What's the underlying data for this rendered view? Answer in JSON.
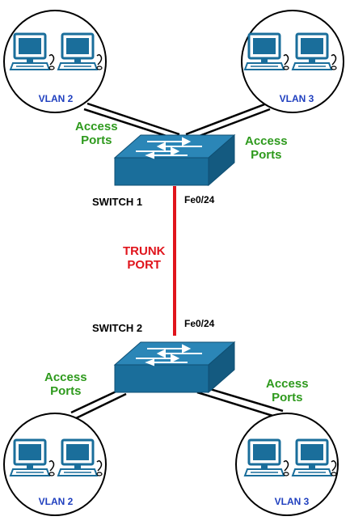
{
  "colors": {
    "switch_face": "#1a6e9b",
    "switch_top": "#2b86b7",
    "monitor_outline": "#1a6e9b",
    "monitor_screen": "#1a6e9b",
    "access_text": "#2e9a1d",
    "trunk_link": "#e0141c",
    "vlan_text": "#1f3fbf",
    "link_line": "#000000"
  },
  "switches": [
    {
      "label": "SWITCH 1",
      "port": "Fe0/24",
      "icon": "switch-icon"
    },
    {
      "label": "SWITCH 2",
      "port": "Fe0/24",
      "icon": "switch-icon"
    }
  ],
  "trunk": {
    "line1": "TRUNK",
    "line2": "PORT"
  },
  "access_ports": [
    {
      "line1": "Access",
      "line2": "Ports"
    },
    {
      "line1": "Access",
      "line2": "Ports"
    },
    {
      "line1": "Access",
      "line2": "Ports"
    },
    {
      "line1": "Access",
      "line2": "Ports"
    }
  ],
  "vlans": [
    {
      "label": "VLAN 2",
      "icon": "workstation-icon"
    },
    {
      "label": "VLAN 3",
      "icon": "workstation-icon"
    },
    {
      "label": "VLAN 2",
      "icon": "workstation-icon"
    },
    {
      "label": "VLAN 3",
      "icon": "workstation-icon"
    }
  ]
}
